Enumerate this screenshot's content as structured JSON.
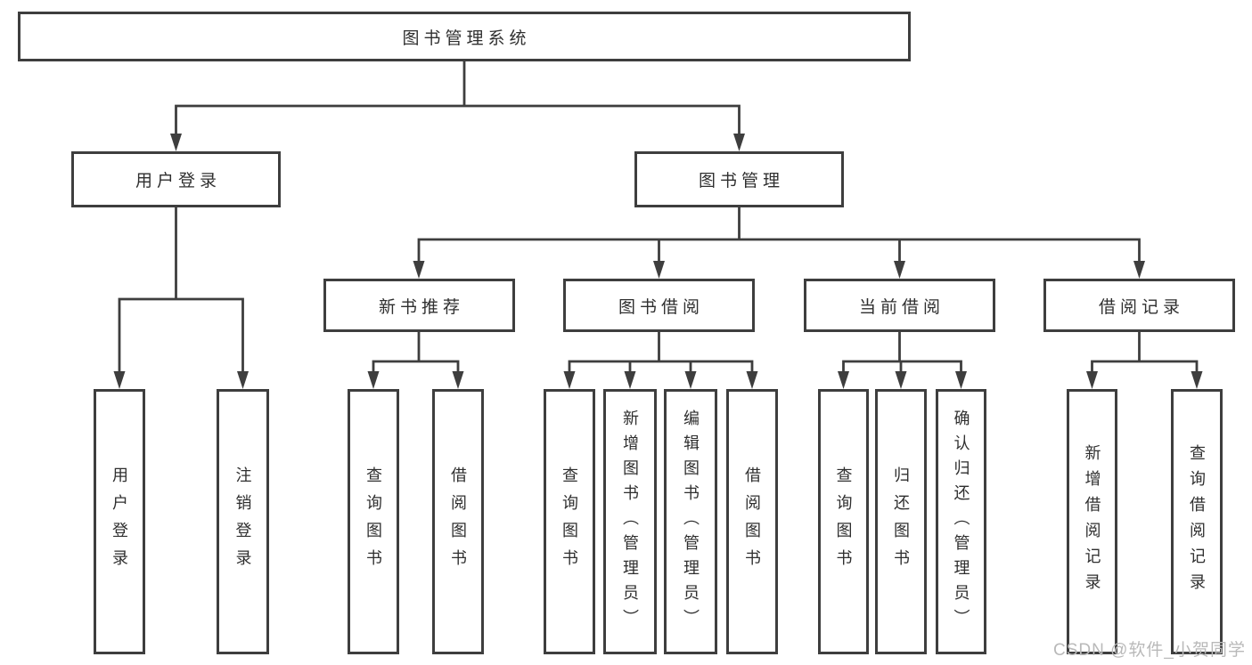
{
  "tree": {
    "label": "图书管理系统",
    "children": [
      {
        "label": "用户登录",
        "children": [
          {
            "label": "用户登录"
          },
          {
            "label": "注销登录"
          }
        ]
      },
      {
        "label": "图书管理",
        "children": [
          {
            "label": "新书推荐",
            "children": [
              {
                "label": "查询图书"
              },
              {
                "label": "借阅图书"
              }
            ]
          },
          {
            "label": "图书借阅",
            "children": [
              {
                "label": "查询图书"
              },
              {
                "label": "新增图书（管理员）"
              },
              {
                "label": "编辑图书（管理员）"
              },
              {
                "label": "借阅图书"
              }
            ]
          },
          {
            "label": "当前借阅",
            "children": [
              {
                "label": "查询图书"
              },
              {
                "label": "归还图书"
              },
              {
                "label": "确认归还（管理员）"
              }
            ]
          },
          {
            "label": "借阅记录",
            "children": [
              {
                "label": "新增借阅记录"
              },
              {
                "label": "查询借阅记录"
              }
            ]
          }
        ]
      }
    ]
  },
  "watermark": {
    "text": "CSDN @软件_小贺同学"
  },
  "colors": {
    "line": "#3e3e3e",
    "text": "#2f2f2f",
    "box_fill": "#ffffff",
    "background": "#ffffff",
    "watermark": "#b9b9b9"
  }
}
